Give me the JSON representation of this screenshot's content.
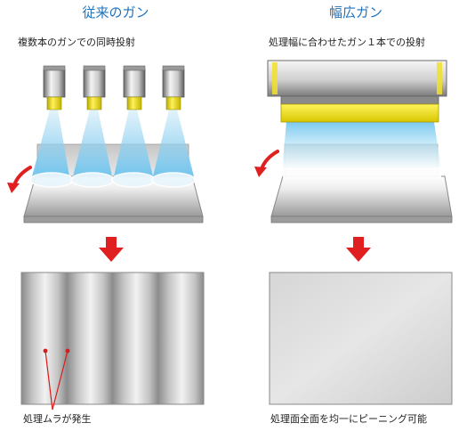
{
  "colors": {
    "title_blue": "#1e73be",
    "arrow_red": "#e02020",
    "nozzle_yellow": "#f2e12c",
    "beam_blue": "#8fd0f0",
    "annotation_red": "#d81b1b"
  },
  "left_panel": {
    "title": "従来のガン",
    "subtitle": "複数本のガンでの同時投射",
    "caption": "処理ムラが発生",
    "gun_count": 4,
    "gun_icon": "nozzle-gun-icon",
    "move_arrow_icon": "red-curved-arrow-icon",
    "down_arrow_icon": "red-down-arrow-icon"
  },
  "right_panel": {
    "title": "幅広ガン",
    "subtitle": "処理幅に合わせたガン１本での投射",
    "caption": "処理面全面を均一にピーニング可能",
    "gun_icon": "wide-gun-icon",
    "move_arrow_icon": "red-curved-arrow-icon",
    "down_arrow_icon": "red-down-arrow-icon"
  }
}
